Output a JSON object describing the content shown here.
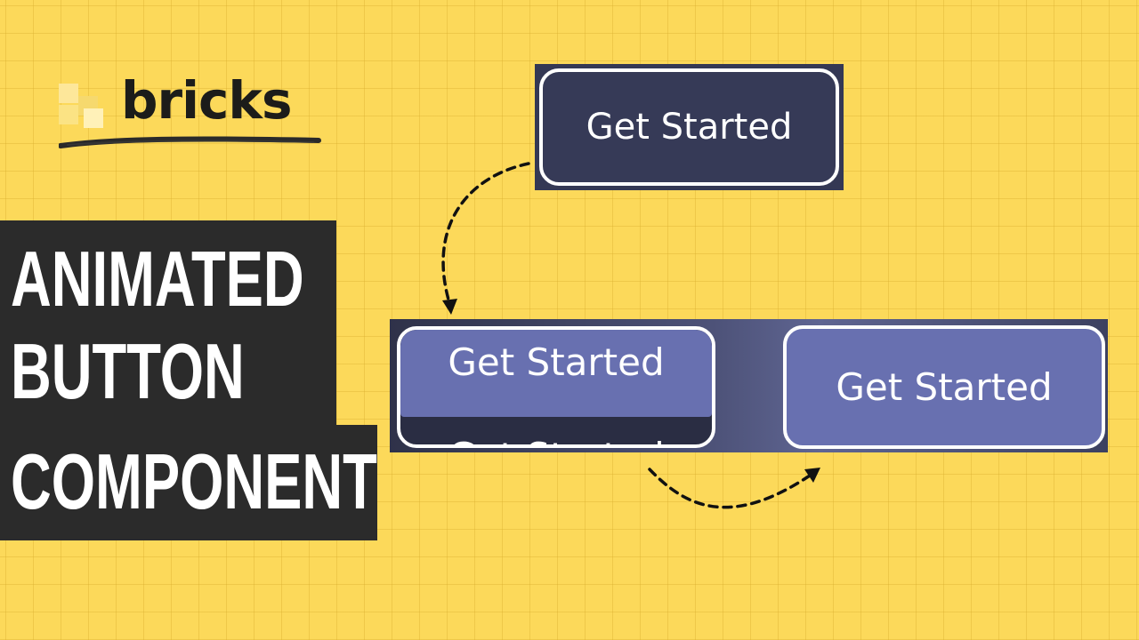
{
  "logo": {
    "wordmark": "bricks",
    "mark_colors": [
      "#fde79a",
      "#fbe384",
      "#f6d96e",
      "#f8e6a8"
    ]
  },
  "title": {
    "line1": "ANIMATED",
    "line2": "BUTTON",
    "line3": "COMPONENT"
  },
  "buttons": {
    "top_label": "Get Started",
    "middle_label_top": "Get Started",
    "middle_label_bottom": "Get Started",
    "right_label": "Get Started"
  },
  "colors": {
    "background": "#fcd95a",
    "title_block": "#2b2b2b",
    "button_dark": "#363a57",
    "button_hover": "#6870b0"
  }
}
